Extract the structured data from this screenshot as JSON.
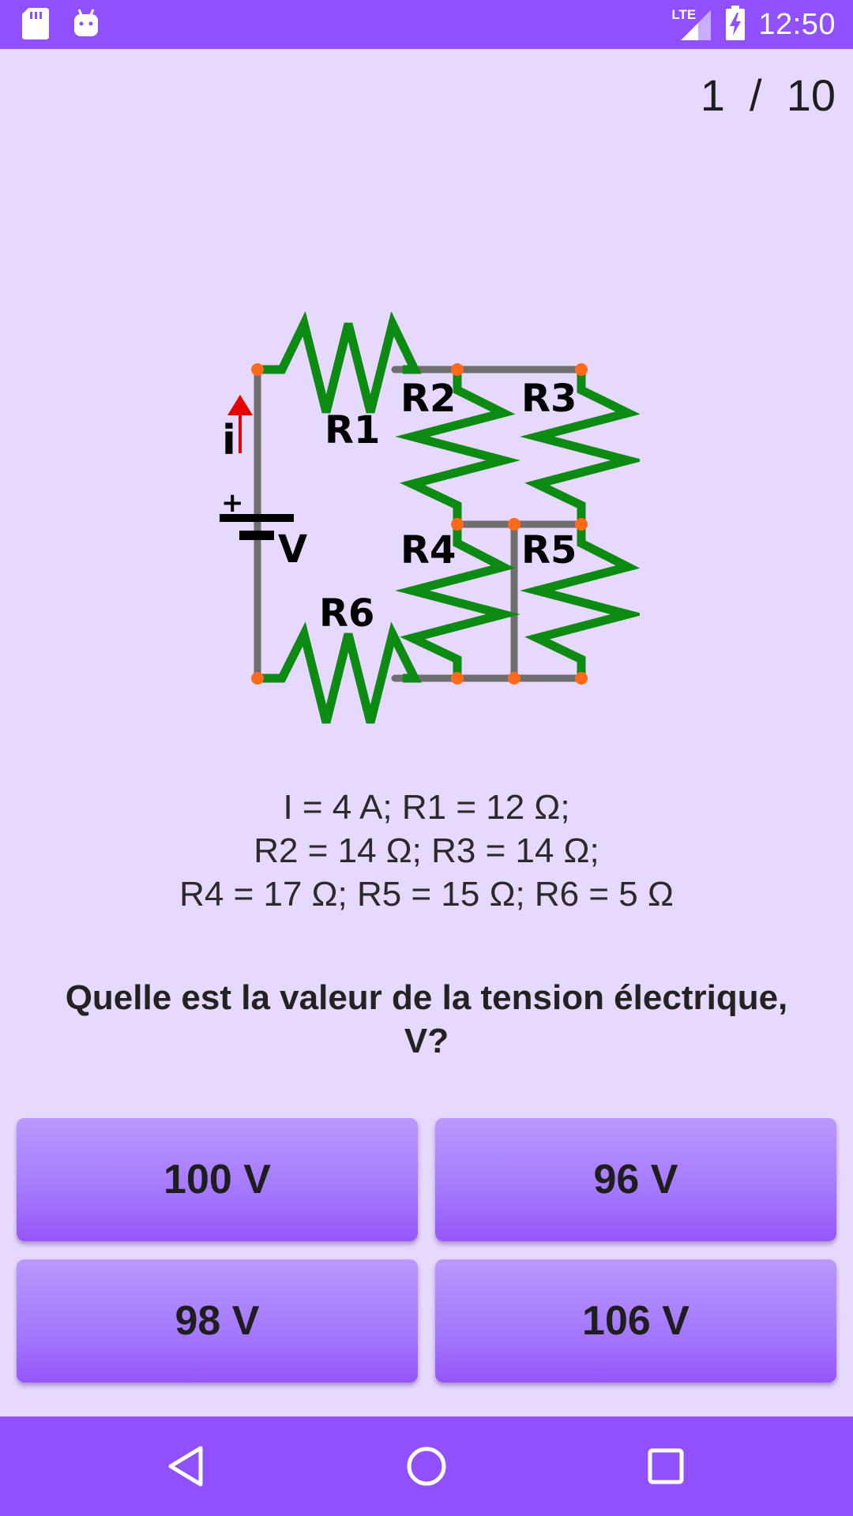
{
  "status_bar": {
    "time": "12:50",
    "network_label": "LTE",
    "icons": [
      "sd-card-icon",
      "android-icon",
      "signal-icon",
      "battery-charging-icon"
    ]
  },
  "progress": {
    "current": "1",
    "separator": "/",
    "total": "10"
  },
  "diagram": {
    "labels": {
      "r1": "R1",
      "r2": "R2",
      "r3": "R3",
      "r4": "R4",
      "r5": "R5",
      "r6": "R6",
      "current": "i",
      "voltage": "V",
      "plus": "+"
    },
    "colors": {
      "wire": "#6e6e6e",
      "resistor": "#0c8a12",
      "node": "#ff6a1a",
      "arrow": "#e60000"
    }
  },
  "given": {
    "line1": "I = 4 A; R1 = 12 Ω;",
    "line2": "R2 = 14 Ω; R3 = 14 Ω;",
    "line3": "R4 = 17 Ω; R5 = 15 Ω; R6 = 5 Ω"
  },
  "question": "Quelle est la valeur de la tension électrique, V?",
  "answers": [
    "100 V",
    "96 V",
    "98 V",
    "106 V"
  ],
  "nav": {
    "icons": [
      "back-icon",
      "home-icon",
      "recents-icon"
    ]
  },
  "colors": {
    "accent": "#9050fd",
    "background": "#e6d9fd",
    "button": "#a478fd"
  }
}
